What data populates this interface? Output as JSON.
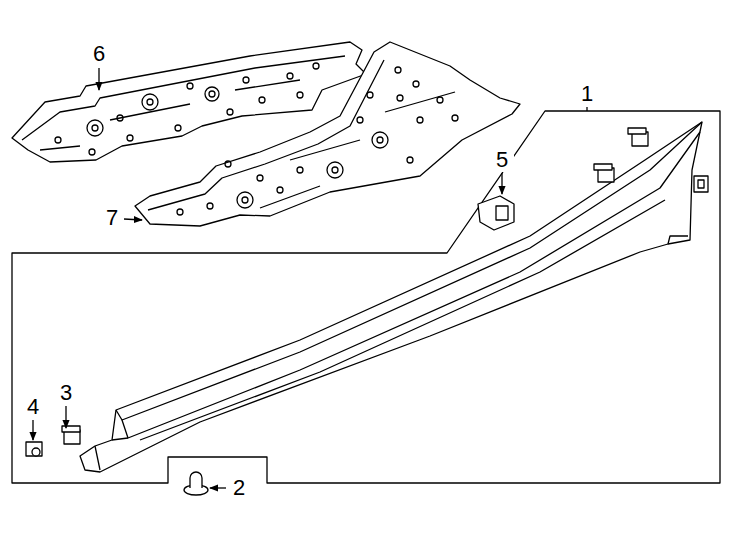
{
  "diagram": {
    "labels": [
      "6",
      "1",
      "5",
      "7",
      "3",
      "4",
      "2"
    ]
  }
}
